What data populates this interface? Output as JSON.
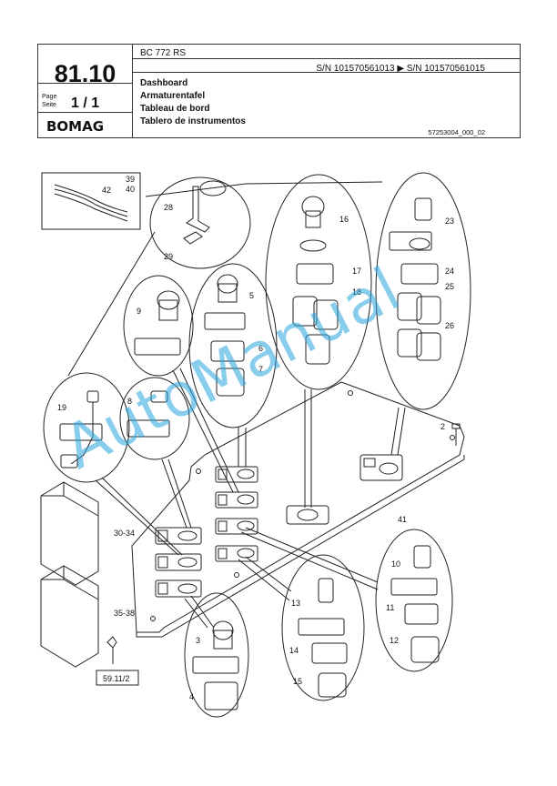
{
  "header": {
    "page_number": "81.10",
    "page_label": "Page",
    "seite_label": "Seite",
    "page_value": "1 / 1",
    "logo": "BOMAG",
    "model": "BC 772 RS",
    "serial_range": "S/N 101570561013  ▶  S/N 101570561015",
    "titles": [
      "Dashboard",
      "Armaturentafel",
      "Tableau de bord",
      "Tablero de instrumentos"
    ],
    "doc_id": "57253004_000_02"
  },
  "watermark": "AutoManual",
  "callouts": {
    "c2": "2",
    "c3": "3",
    "c4": "4",
    "c5": "5",
    "c6": "6",
    "c7": "7",
    "c8": "8",
    "c9": "9",
    "c10": "10",
    "c11": "11",
    "c12": "12",
    "c13": "13",
    "c14": "14",
    "c15": "15",
    "c16": "16",
    "c17": "17",
    "c18": "18",
    "c19": "19",
    "c23": "23",
    "c24": "24",
    "c25": "25",
    "c26": "26",
    "c28": "28",
    "c29": "29",
    "c3034": "30-34",
    "c3538": "35-38",
    "c39": "39",
    "c40": "40",
    "c41": "41",
    "c42": "42",
    "ref": "59.11/2"
  },
  "colors": {
    "watermark": "#2aa6e0",
    "line": "#222222"
  }
}
